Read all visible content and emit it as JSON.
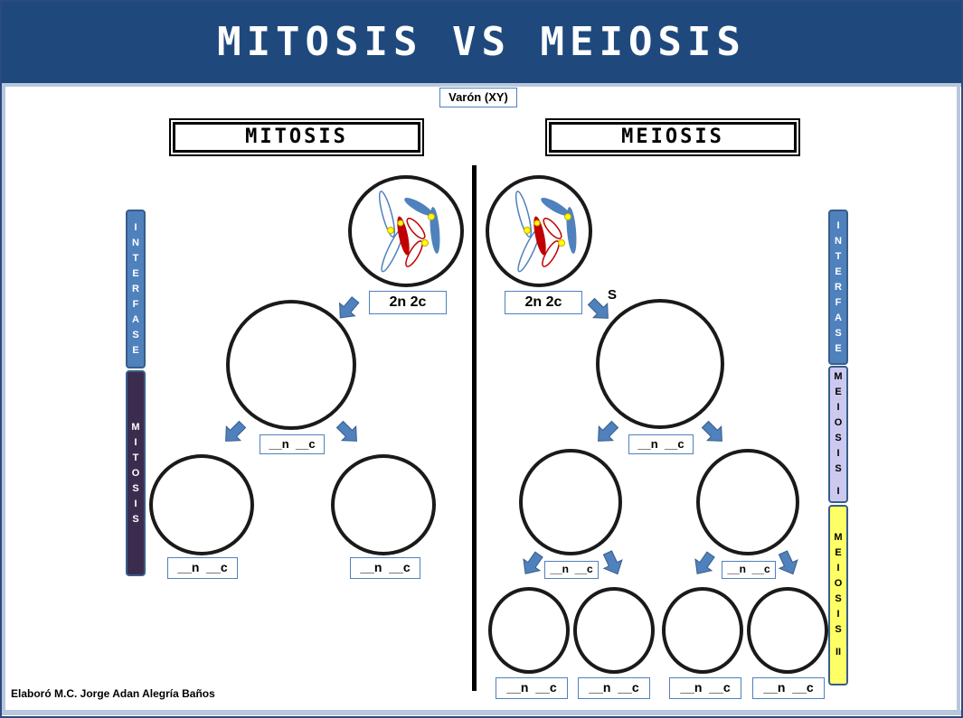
{
  "header": {
    "title": "MITOSIS VS MEIOSIS"
  },
  "top_label": "Varón (XY)",
  "mitosis": {
    "title": "MITOSIS",
    "start_label": "2n 2c",
    "mid_label": "__n  __c",
    "left_label": "__n  __c",
    "right_label": "__n  __c"
  },
  "meiosis": {
    "title": "MEIOSIS",
    "start_label": "2n 2c",
    "s_label": "S",
    "mid_label": "__n  __c",
    "left_label": "__n  __c",
    "right_label": "__n  __c",
    "final_labels": [
      "__n  __c",
      "__n  __c",
      "__n  __c",
      "__n  __c"
    ]
  },
  "phases_left": {
    "interfase": [
      "I",
      "N",
      "T",
      "E",
      "R",
      "F",
      "A",
      "S",
      "E"
    ],
    "mitosis": [
      "M",
      "I",
      "T",
      "O",
      "S",
      "I",
      "S"
    ]
  },
  "phases_right": {
    "interfase": [
      "I",
      "N",
      "T",
      "E",
      "R",
      "F",
      "A",
      "S",
      "E"
    ],
    "meiosis1": [
      "M",
      "E",
      "I",
      "O",
      "S",
      "I",
      "S",
      "",
      "I"
    ],
    "meiosis2": [
      "M",
      "E",
      "I",
      "O",
      "S",
      "I",
      "S",
      "",
      "II"
    ]
  },
  "credit": "Elaboró M.C. Jorge Adan Alegría Baños",
  "colors": {
    "banner": "#1f497d",
    "interfase": "#4f81bd",
    "mitosis": "#3b2c4f",
    "meiosis1": "#ccc9f0",
    "meiosis2": "#ffff66",
    "arrow": "#4f81bd",
    "chromosome_blue": "#4f81bd",
    "chromosome_red": "#c00000",
    "centromere": "#ffff00"
  }
}
